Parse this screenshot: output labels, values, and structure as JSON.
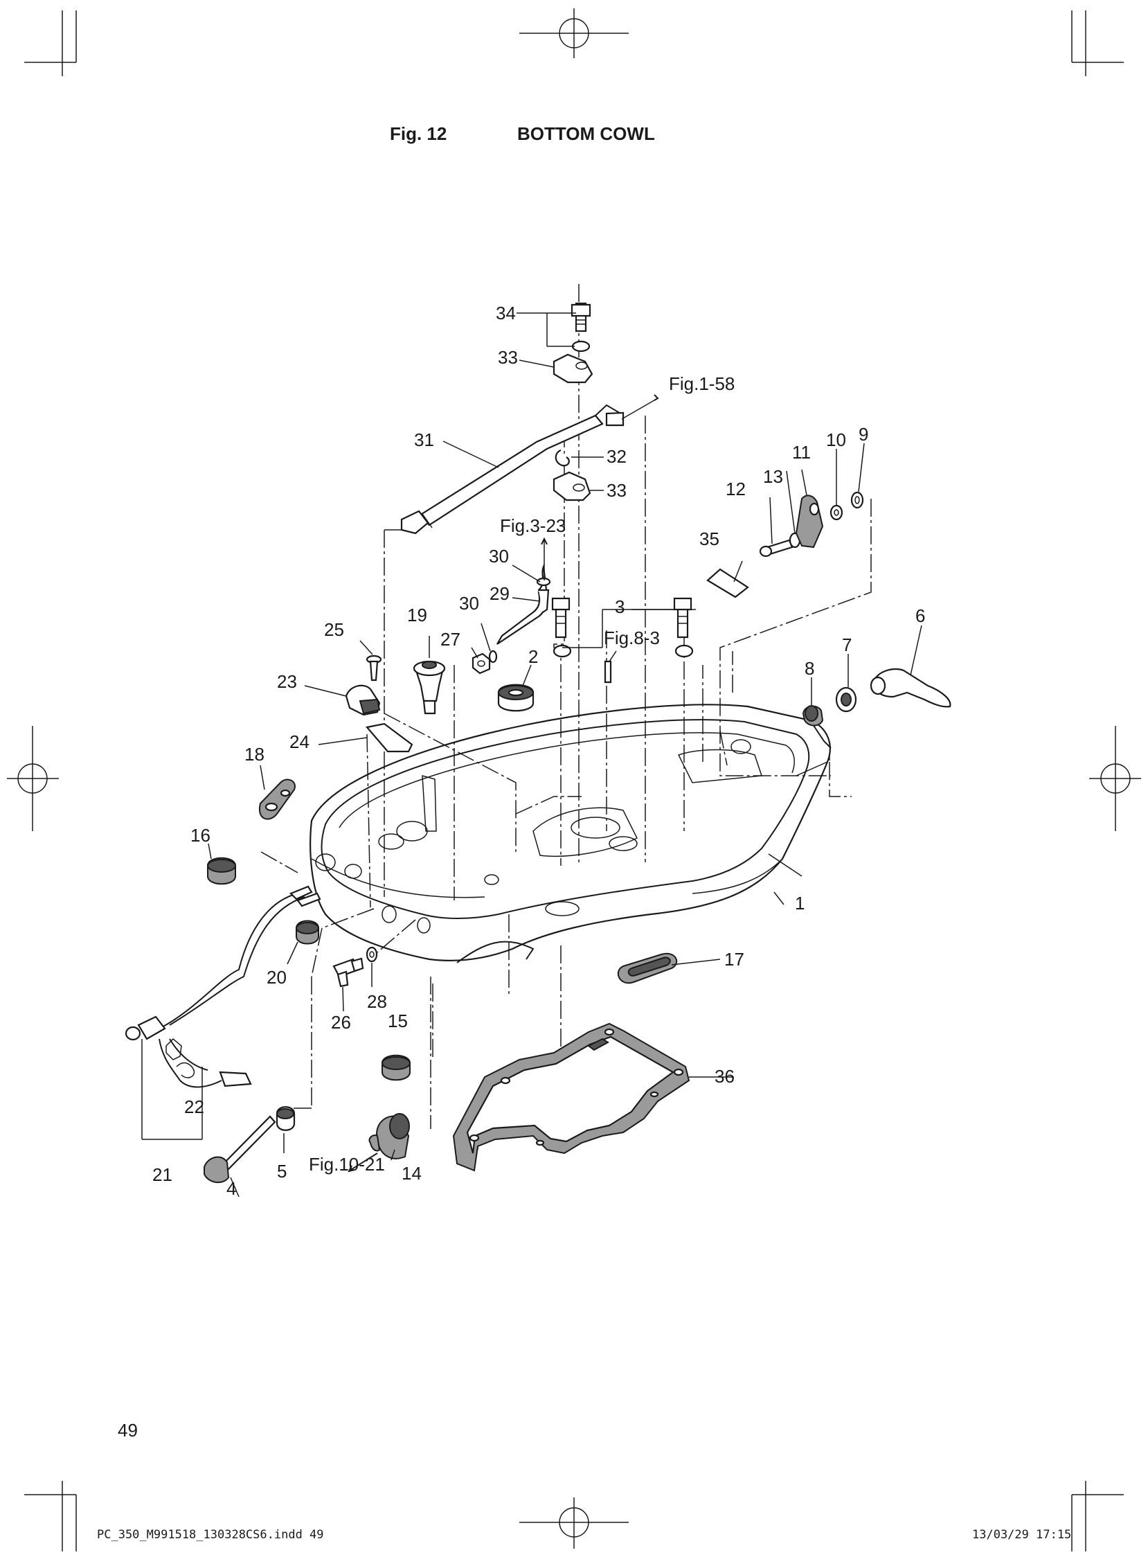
{
  "header": {
    "figure_number": "Fig. 12",
    "figure_title": "BOTTOM COWL"
  },
  "footer": {
    "page_number": "49",
    "file_slug": "PC_350_M991518_130328CS6.indd   49",
    "timestamp": "13/03/29   17:15"
  },
  "callouts": {
    "c1": "1",
    "c2": "2",
    "c3": "3",
    "c4": "4",
    "c5": "5",
    "c6": "6",
    "c7": "7",
    "c8": "8",
    "c9": "9",
    "c10": "10",
    "c11": "11",
    "c12": "12",
    "c13": "13",
    "c14": "14",
    "c15": "15",
    "c16": "16",
    "c17": "17",
    "c18": "18",
    "c19": "19",
    "c20": "20",
    "c21": "21",
    "c22": "22",
    "c23": "23",
    "c24": "24",
    "c25": "25",
    "c26": "26",
    "c27": "27",
    "c28": "28",
    "c29": "29",
    "c30a": "30",
    "c30b": "30",
    "c31": "31",
    "c32": "32",
    "c33a": "33",
    "c33b": "33",
    "c34": "34",
    "c35": "35",
    "c36": "36"
  },
  "references": {
    "r1": "Fig.1-58",
    "r2": "Fig.3-23",
    "r3": "Fig.8-3",
    "r4": "Fig.10-21"
  }
}
